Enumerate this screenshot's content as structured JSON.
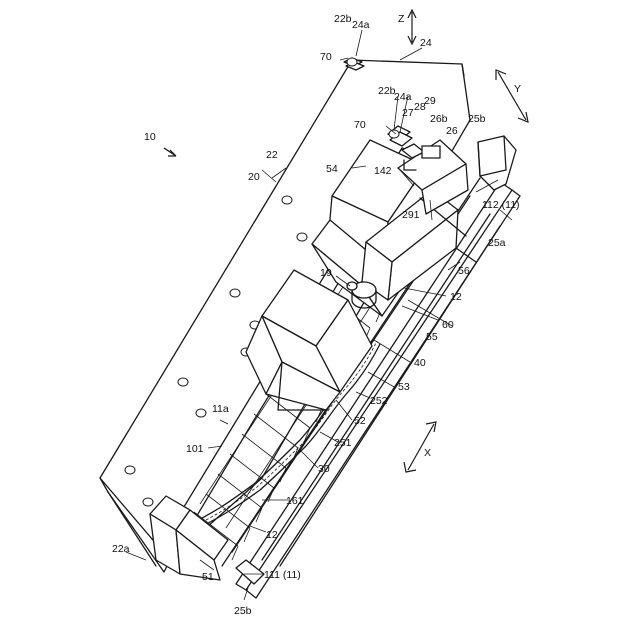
{
  "figure": {
    "labels": {
      "l10": "10",
      "l20": "20",
      "l22": "22",
      "l22a": "22a",
      "l22b_top": "22b",
      "l24a_top": "24a",
      "l22b_mid": "22b",
      "l24a_mid": "24a",
      "l27": "27",
      "l28": "28",
      "l29": "29",
      "l26b": "26b",
      "l26": "26",
      "l25b_top": "25b",
      "l25b_bottom": "25b",
      "l24": "24",
      "l70_top": "70",
      "l70_mid": "70",
      "l54": "54",
      "l142": "142",
      "l291": "291",
      "l112": "112 (11)",
      "l25a": "25a",
      "l56": "56",
      "l12_right": "12",
      "l60": "60",
      "l55": "55",
      "l40": "40",
      "l53": "53",
      "l252": "252",
      "l52": "52",
      "l251": "251",
      "l30": "30",
      "l161": "161",
      "l12_bottom": "12",
      "l111": "111 (11)",
      "l51": "51",
      "l101": "101",
      "l11a": "11a",
      "l19": "19"
    },
    "axes": {
      "z": "Z",
      "y": "Y",
      "x": "X"
    }
  }
}
